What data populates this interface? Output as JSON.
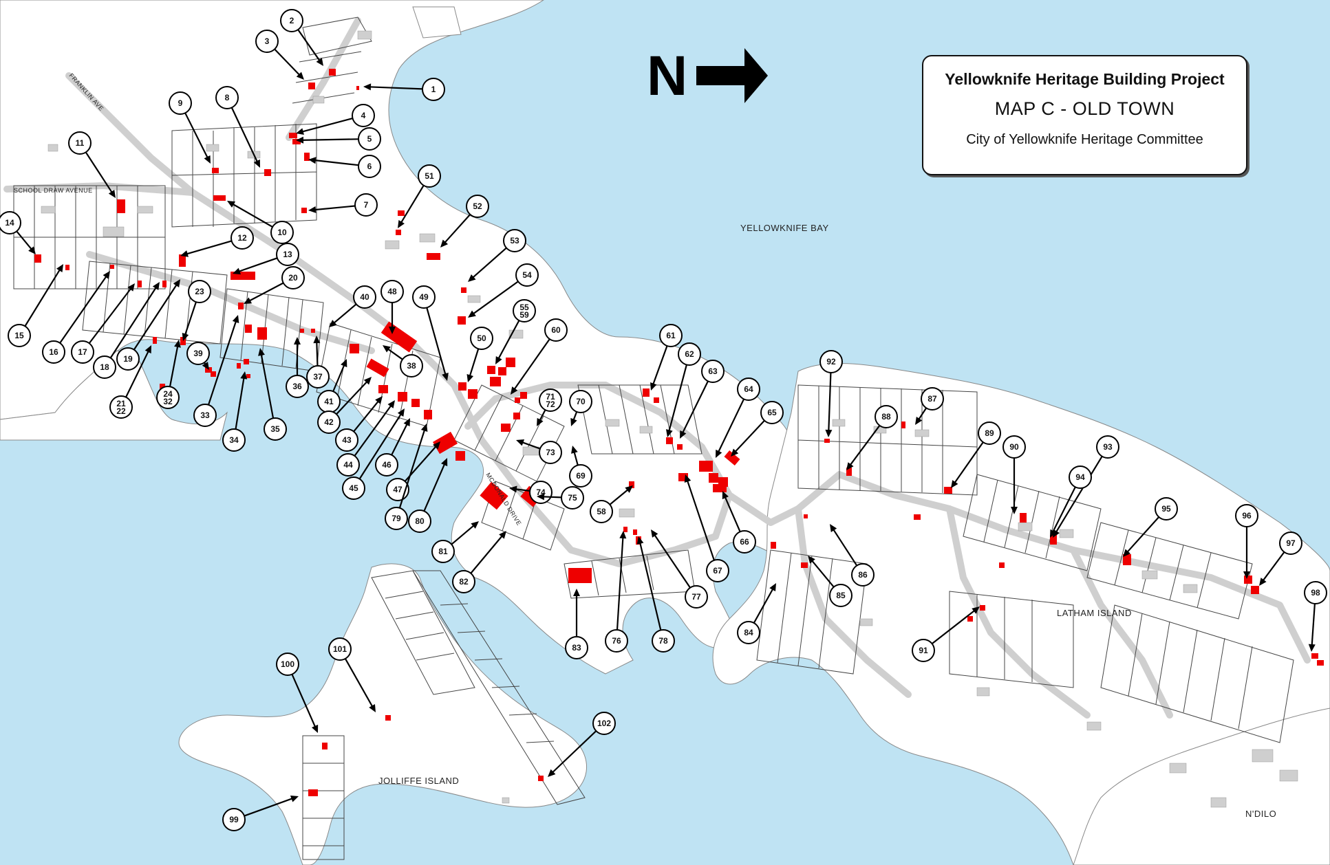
{
  "title": {
    "project": "Yellowknife Heritage Building Project",
    "map": "MAP C - OLD TOWN",
    "org": "City of Yellowknife Heritage Committee"
  },
  "north": {
    "letter": "N"
  },
  "colors": {
    "water": "#bfe3f3",
    "land": "#ffffff",
    "building": "#d0d0d0",
    "heritage": "#ee0000",
    "line": "#333333"
  },
  "places": [
    {
      "id": "yellowknife-bay",
      "label": "YELLOWKNIFE BAY"
    },
    {
      "id": "latham-island",
      "label": "LATHAM  ISLAND"
    },
    {
      "id": "jolliffe-island",
      "label": "JOLLIFFE ISLAND"
    },
    {
      "id": "ndilo",
      "label": "N'DILO"
    }
  ],
  "streets": [
    {
      "id": "franklin-ave",
      "label": "FRANKLIN AVE"
    },
    {
      "id": "school-draw-avenue",
      "label": "SCHOOL DRAW AVENUE"
    },
    {
      "id": "mcdonald-drive",
      "label": "MCDONALD DRIVE"
    }
  ],
  "callouts": [
    {
      "n": "1"
    },
    {
      "n": "2"
    },
    {
      "n": "3"
    },
    {
      "n": "4"
    },
    {
      "n": "5"
    },
    {
      "n": "6"
    },
    {
      "n": "7"
    },
    {
      "n": "8"
    },
    {
      "n": "9"
    },
    {
      "n": "10"
    },
    {
      "n": "11"
    },
    {
      "n": "12"
    },
    {
      "n": "13"
    },
    {
      "n": "14"
    },
    {
      "n": "15"
    },
    {
      "n": "16"
    },
    {
      "n": "17"
    },
    {
      "n": "18"
    },
    {
      "n": "19"
    },
    {
      "n": "20"
    },
    {
      "n": "21 22"
    },
    {
      "n": "23"
    },
    {
      "n": "24 32"
    },
    {
      "n": "33"
    },
    {
      "n": "34"
    },
    {
      "n": "35"
    },
    {
      "n": "36"
    },
    {
      "n": "37"
    },
    {
      "n": "38"
    },
    {
      "n": "39"
    },
    {
      "n": "40"
    },
    {
      "n": "41"
    },
    {
      "n": "42"
    },
    {
      "n": "43"
    },
    {
      "n": "44"
    },
    {
      "n": "45"
    },
    {
      "n": "46"
    },
    {
      "n": "47"
    },
    {
      "n": "48"
    },
    {
      "n": "49"
    },
    {
      "n": "50"
    },
    {
      "n": "51"
    },
    {
      "n": "52"
    },
    {
      "n": "53"
    },
    {
      "n": "54"
    },
    {
      "n": "55 59"
    },
    {
      "n": "60"
    },
    {
      "n": "61"
    },
    {
      "n": "62"
    },
    {
      "n": "63"
    },
    {
      "n": "64"
    },
    {
      "n": "65"
    },
    {
      "n": "66"
    },
    {
      "n": "67"
    },
    {
      "n": "58"
    },
    {
      "n": "69"
    },
    {
      "n": "70"
    },
    {
      "n": "71 72"
    },
    {
      "n": "73"
    },
    {
      "n": "74"
    },
    {
      "n": "75"
    },
    {
      "n": "76"
    },
    {
      "n": "77"
    },
    {
      "n": "78"
    },
    {
      "n": "79"
    },
    {
      "n": "80"
    },
    {
      "n": "81"
    },
    {
      "n": "82"
    },
    {
      "n": "83"
    },
    {
      "n": "84"
    },
    {
      "n": "85"
    },
    {
      "n": "86"
    },
    {
      "n": "87"
    },
    {
      "n": "88"
    },
    {
      "n": "89"
    },
    {
      "n": "90"
    },
    {
      "n": "91"
    },
    {
      "n": "92"
    },
    {
      "n": "93"
    },
    {
      "n": "94"
    },
    {
      "n": "95"
    },
    {
      "n": "96"
    },
    {
      "n": "97"
    },
    {
      "n": "98"
    },
    {
      "n": "99"
    },
    {
      "n": "100"
    },
    {
      "n": "101"
    },
    {
      "n": "102"
    }
  ]
}
